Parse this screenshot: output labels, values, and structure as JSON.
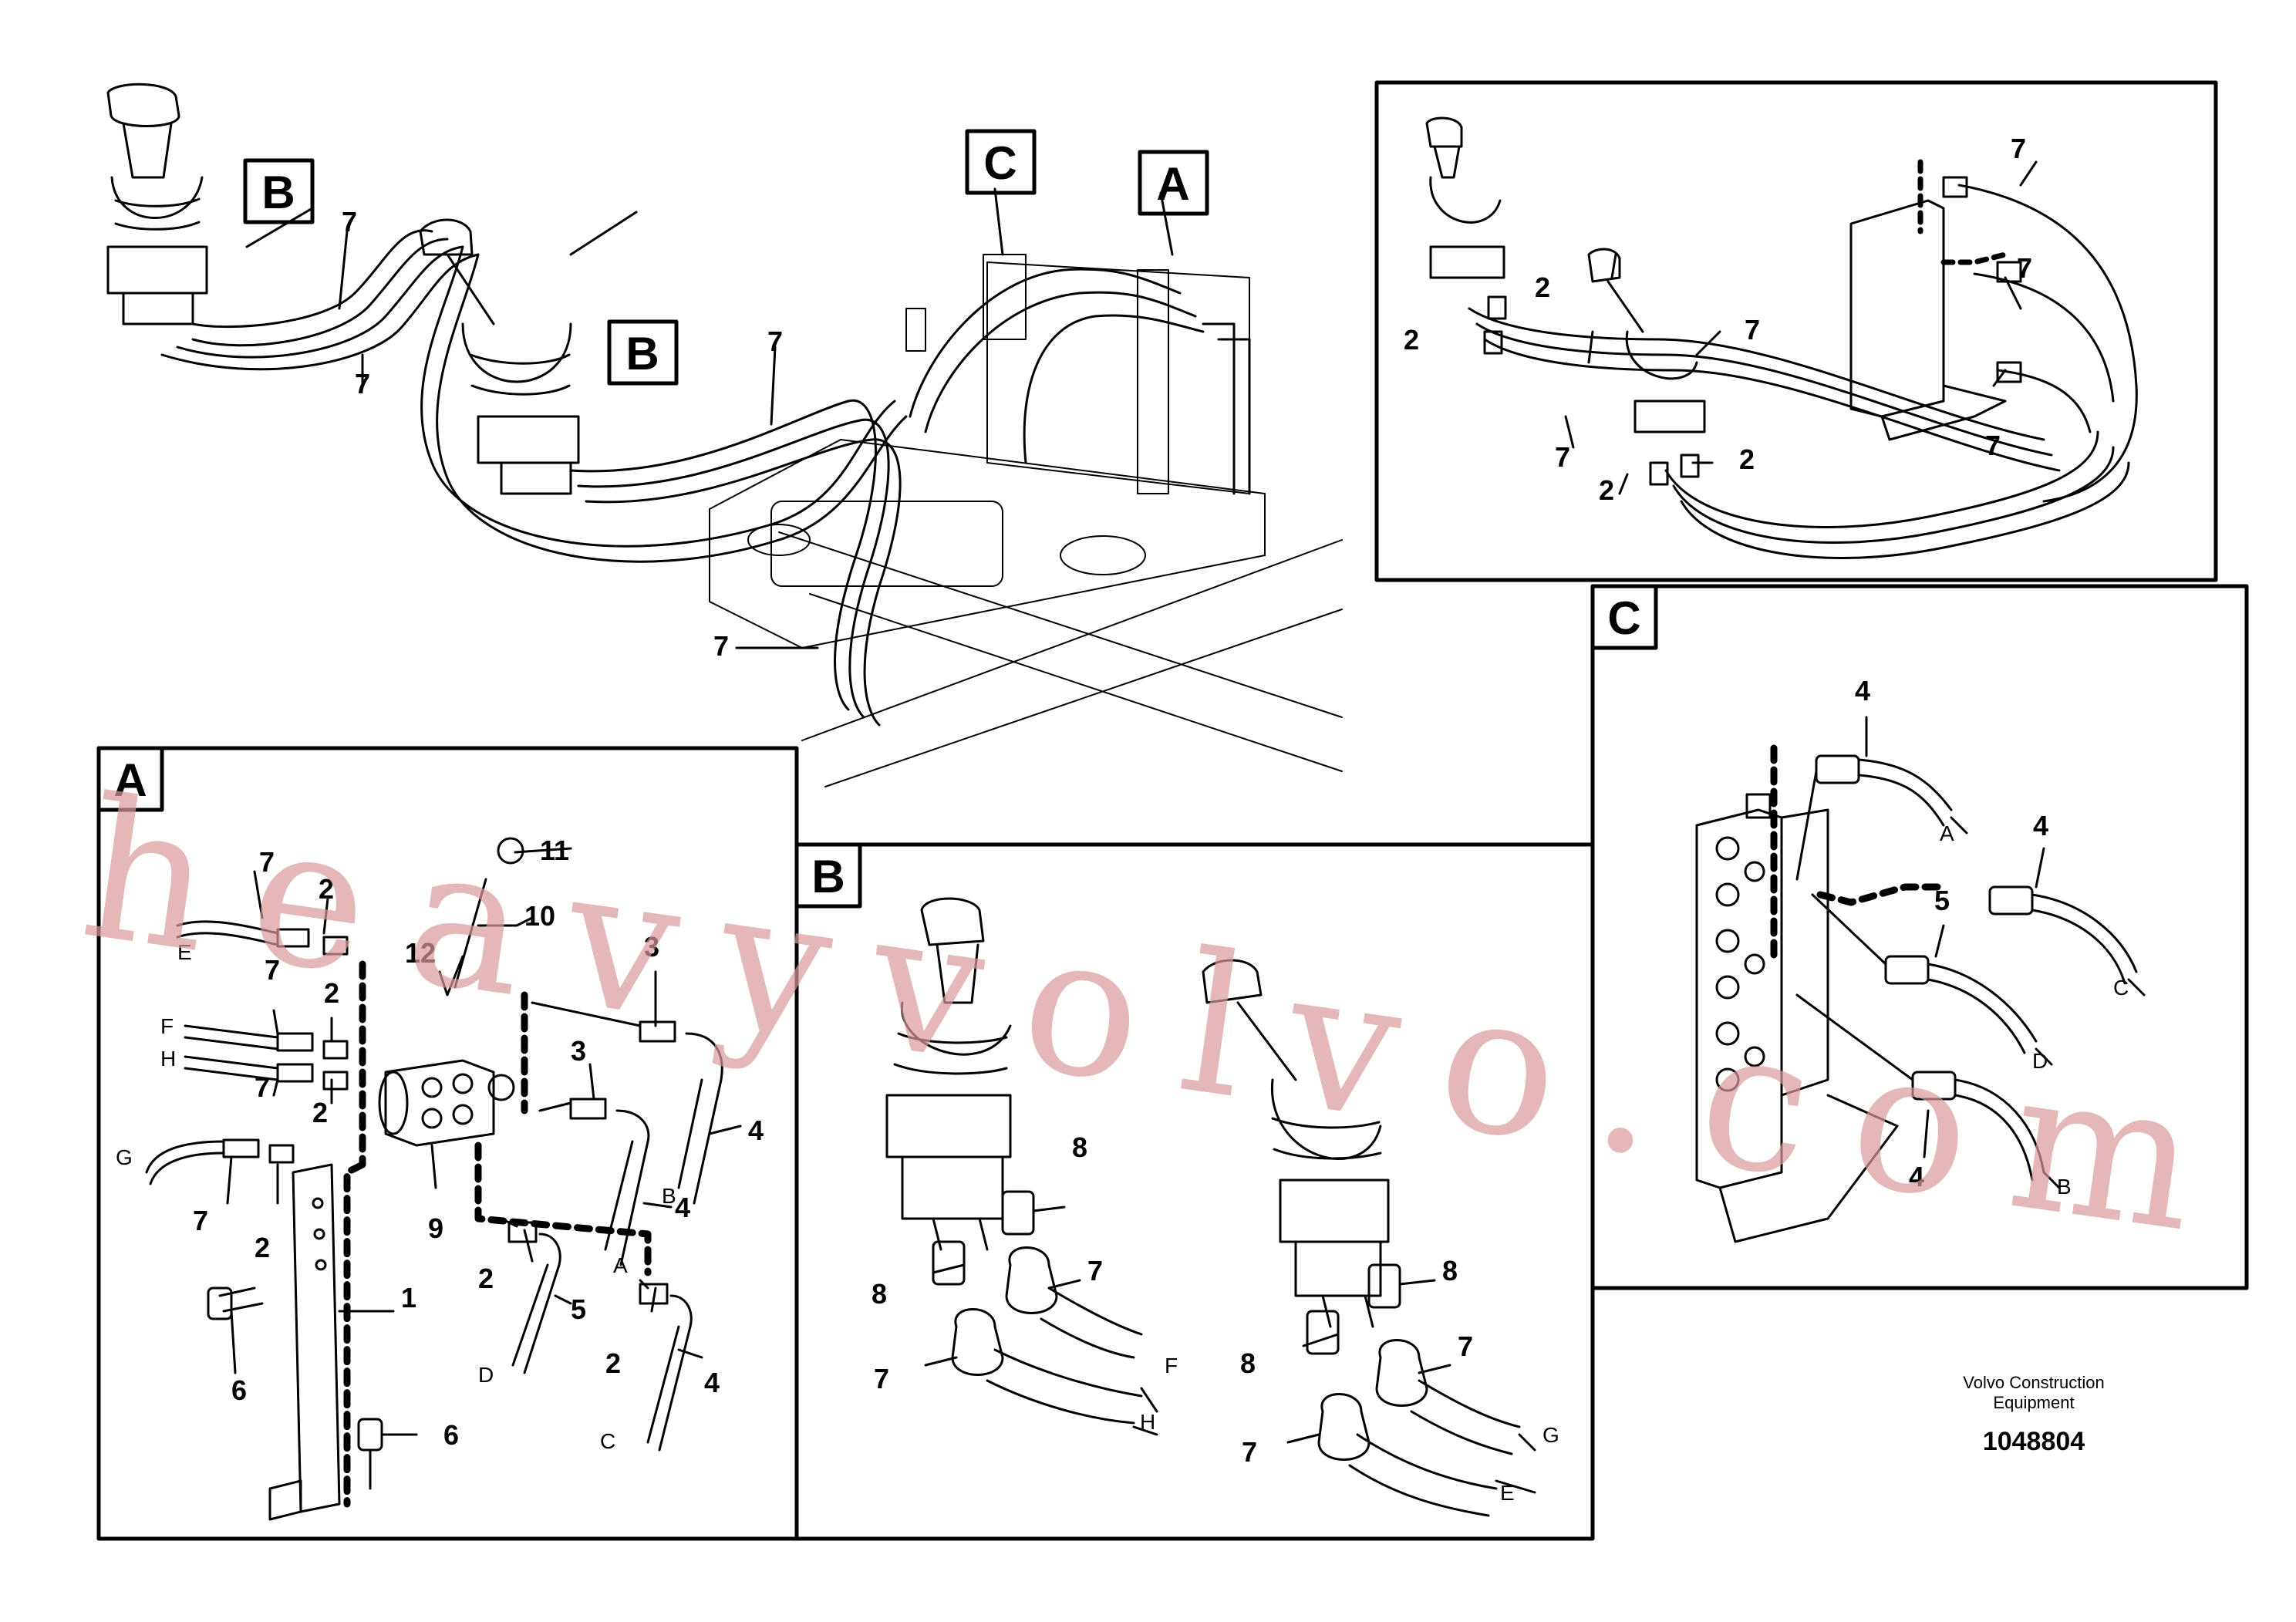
{
  "panels": {
    "A": "A",
    "B": "B",
    "C": "C"
  },
  "callouts": {
    "n1": "1",
    "n2": "2",
    "n3": "3",
    "n4": "4",
    "n5": "5",
    "n6": "6",
    "n7": "7",
    "n8": "8",
    "n9": "9",
    "n10": "10",
    "n11": "11",
    "n12": "12"
  },
  "ports": {
    "A": "A",
    "B": "B",
    "C": "C",
    "D": "D",
    "E": "E",
    "F": "F",
    "G": "G",
    "H": "H"
  },
  "footer": {
    "company_line1": "Volvo Construction",
    "company_line2": "Equipment",
    "drawing_number": "1048804"
  },
  "watermark": "heavyvolvo.com"
}
